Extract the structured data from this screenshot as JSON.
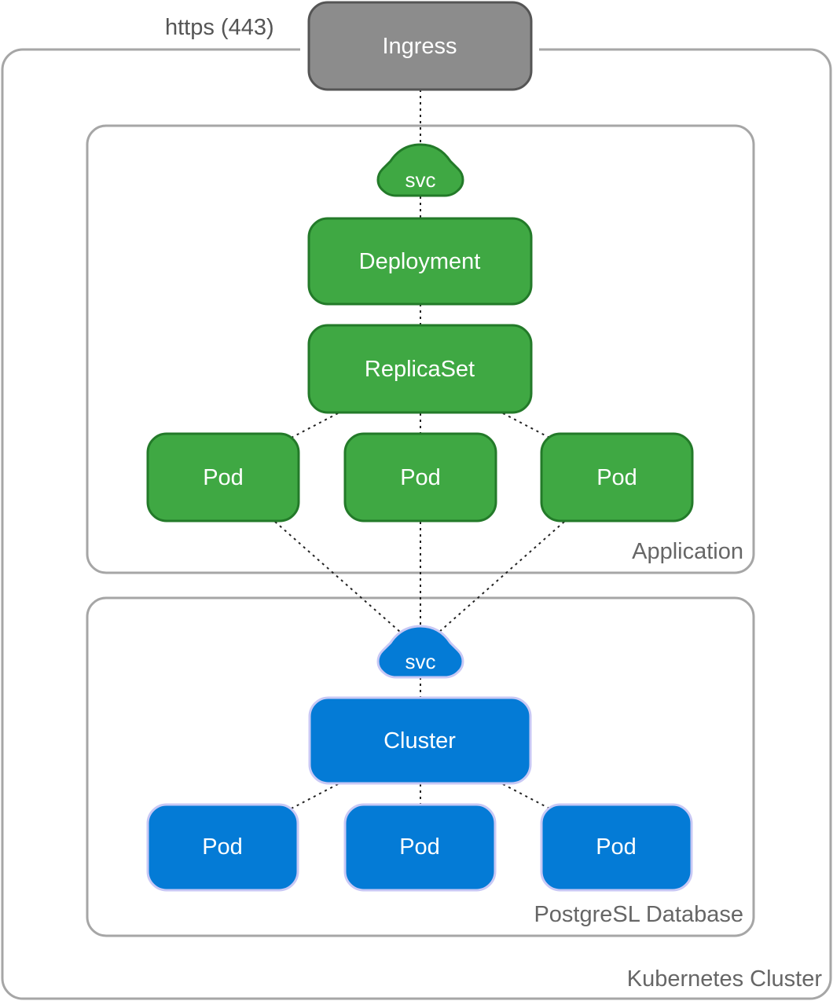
{
  "diagram": {
    "cluster_label": "Kubernetes Cluster",
    "https_label": "https (443)",
    "ingress": "Ingress",
    "application": {
      "label": "Application",
      "svc": "svc",
      "deployment": "Deployment",
      "replicaset": "ReplicaSet",
      "pods": [
        "Pod",
        "Pod",
        "Pod"
      ]
    },
    "database": {
      "label": "PostgreSL Database",
      "svc": "svc",
      "cluster": "Cluster",
      "pods": [
        "Pod",
        "Pod",
        "Pod"
      ]
    },
    "colors": {
      "ingress_fill": "#8c8c8c",
      "ingress_stroke": "#555555",
      "app_fill": "#3fa843",
      "app_stroke": "#237a29",
      "db_fill": "#047bd6",
      "db_stroke": "#c8c8f5",
      "frame_stroke": "#a6a6a6"
    }
  }
}
